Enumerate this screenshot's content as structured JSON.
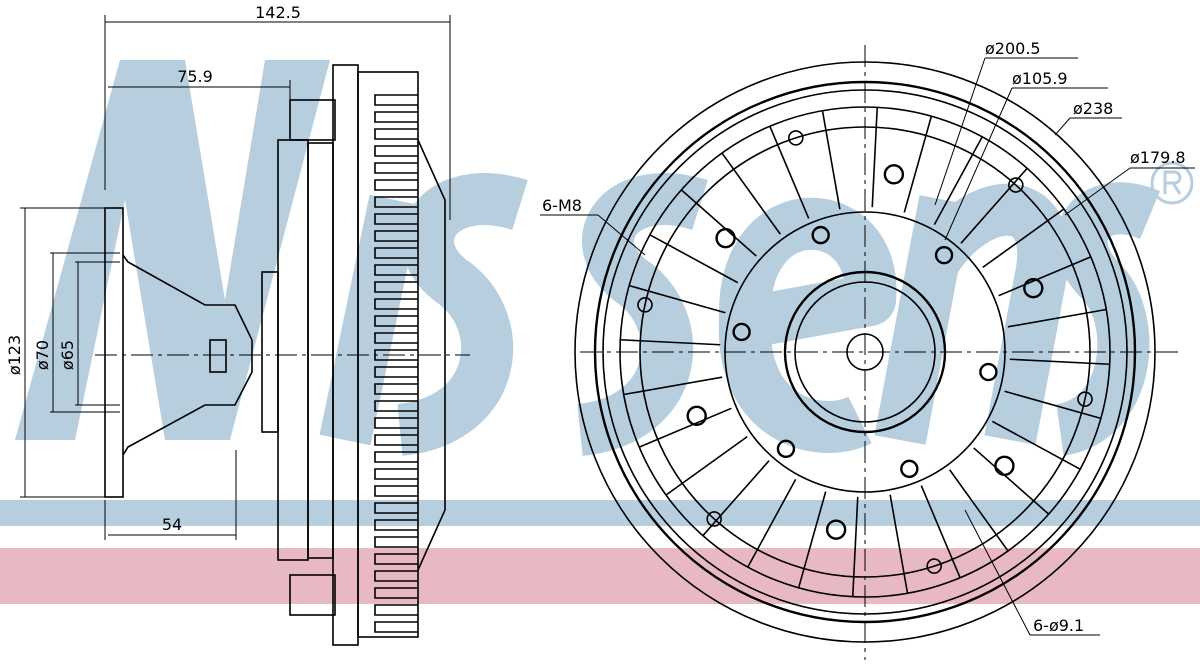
{
  "watermark": {
    "brand": "Nissens",
    "registered": "®",
    "color": "#b7cede",
    "band_blue": "#b7cede",
    "band_pink": "#e8b9c3"
  },
  "side_view": {
    "overall_length": "142.5",
    "hub_length": "75.9",
    "flange_depth": "54",
    "flange_diameter": "ø123",
    "pilot_diameter": "ø70",
    "bore_diameter": "ø65"
  },
  "front_view": {
    "diameter_outer": "ø238",
    "diameter_200": "ø200.5",
    "diameter_105": "ø105.9",
    "diameter_179": "ø179.8",
    "thread_holes": "6-M8",
    "through_holes": "6-ø9.1"
  }
}
